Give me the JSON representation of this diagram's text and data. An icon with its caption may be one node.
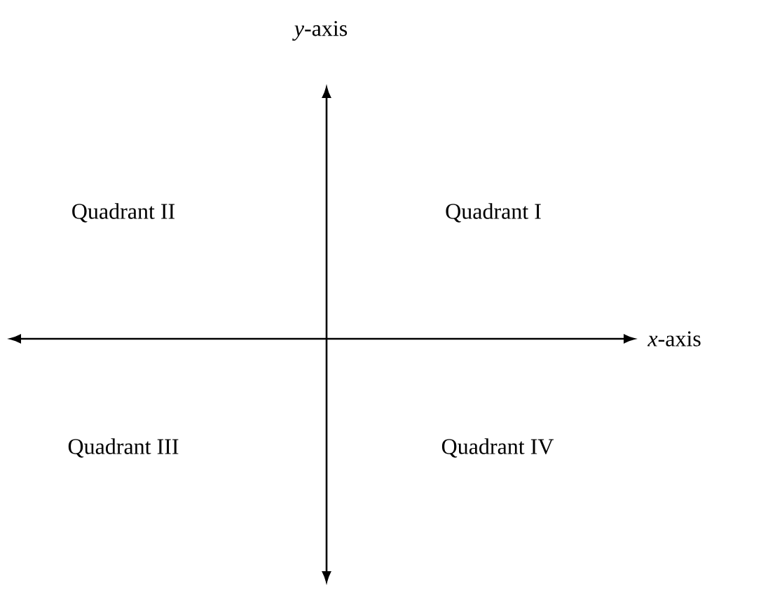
{
  "diagram": {
    "labels": [
      "*y*-axis",
      "Quadrant II",
      "Quadrant I",
      "*x*-axis",
      "Quadrant III",
      "Quadrant IV"
    ]
  }
}
